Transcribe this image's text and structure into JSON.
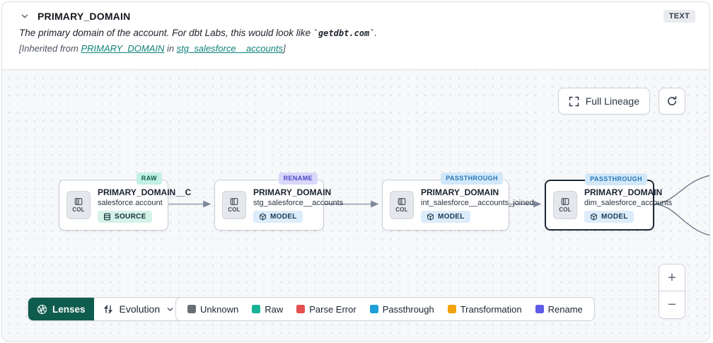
{
  "header": {
    "title": "PRIMARY_DOMAIN",
    "type_badge": "TEXT",
    "description": {
      "prefix": "The primary domain of the account. For dbt Labs, this would look like ",
      "code": "`getdbt.com`",
      "suffix": "."
    },
    "inherited": {
      "prefix": "[Inherited from ",
      "link_column": "PRIMARY_DOMAIN",
      "middle": " in ",
      "link_model": "stg_salesforce__accounts",
      "suffix": "]"
    }
  },
  "toolbar": {
    "full_lineage_label": "Full Lineage"
  },
  "nodes": [
    {
      "evolution": "RAW",
      "title": "PRIMARY_DOMAIN__C",
      "subtitle": "salesforce.account",
      "resource_type": "SOURCE",
      "col_label": "COL"
    },
    {
      "evolution": "RENAME",
      "title": "PRIMARY_DOMAIN",
      "subtitle": "stg_salesforce__accounts",
      "resource_type": "MODEL",
      "col_label": "COL"
    },
    {
      "evolution": "PASSTHROUGH",
      "title": "PRIMARY_DOMAIN",
      "subtitle": "int_salesforce__accounts_joined",
      "resource_type": "MODEL",
      "col_label": "COL"
    },
    {
      "evolution": "PASSTHROUGH",
      "title": "PRIMARY_DOMAIN",
      "subtitle": "dim_salesforce_accounts",
      "resource_type": "MODEL",
      "col_label": "COL"
    }
  ],
  "lenses": {
    "label": "Lenses",
    "selected_lens": "Evolution",
    "brand_color": "#0e5c4d"
  },
  "legend": {
    "items": [
      {
        "label": "Unknown",
        "color": "#696e76"
      },
      {
        "label": "Raw",
        "color": "#16b296"
      },
      {
        "label": "Parse Error",
        "color": "#e2504f"
      },
      {
        "label": "Passthrough",
        "color": "#1e9ed9"
      },
      {
        "label": "Transformation",
        "color": "#f2a20d"
      },
      {
        "label": "Rename",
        "color": "#5e5ce6"
      }
    ]
  },
  "zoom_controls": {
    "zoom_in": "+",
    "zoom_out": "−"
  },
  "colors": {
    "link": "#0f837a",
    "badge_raw_bg": "#c2f0e2",
    "badge_rename_bg": "#d9d7fa",
    "badge_passthrough_bg": "#d2e8f9"
  }
}
